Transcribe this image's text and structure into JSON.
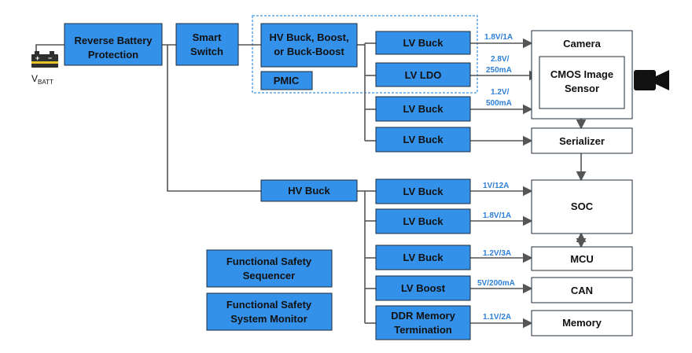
{
  "power_source": {
    "symbol": "V",
    "subscript": "BATT"
  },
  "blocks": {
    "reverse_battery": [
      "Reverse Battery",
      "Protection"
    ],
    "smart_switch": [
      "Smart",
      "Switch"
    ],
    "hv_bbb": [
      "HV Buck, Boost,",
      "or Buck-Boost"
    ],
    "pmic": "PMIC",
    "hv_buck": "HV Buck",
    "lv_buck_cam1": "LV Buck",
    "lv_ldo": "LV LDO",
    "lv_buck_cam2": "LV Buck",
    "lv_buck_ser": "LV Buck",
    "lv_buck_soc1": "LV Buck",
    "lv_buck_soc2": "LV Buck",
    "lv_buck_mcu": "LV Buck",
    "lv_boost": "LV Boost",
    "ddr": [
      "DDR Memory",
      "Termination"
    ],
    "fs_sequencer": [
      "Functional Safety",
      "Sequencer"
    ],
    "fs_monitor": [
      "Functional Safety",
      "System Monitor"
    ]
  },
  "loads": {
    "camera": "Camera",
    "cmos": [
      "CMOS Image",
      "Sensor"
    ],
    "serializer": "Serializer",
    "soc": "SOC",
    "mcu": "MCU",
    "can": "CAN",
    "memory": "Memory"
  },
  "rails": {
    "cam1": "1.8V/1A",
    "ldo": [
      "2.8V/",
      "250mA"
    ],
    "cam2": [
      "1.2V/",
      "500mA"
    ],
    "soc1": "1V/12A",
    "soc2": "1.8V/1A",
    "mcu": "1.2V/3A",
    "can": "5V/200mA",
    "mem": "1.1V/2A"
  },
  "colors": {
    "block_fill": "#3391ea",
    "rail_label": "#2e7fd6",
    "pmic_outline": "#5aa6e6"
  },
  "icons": {
    "battery": "battery-icon",
    "camera": "video-camera-icon"
  }
}
